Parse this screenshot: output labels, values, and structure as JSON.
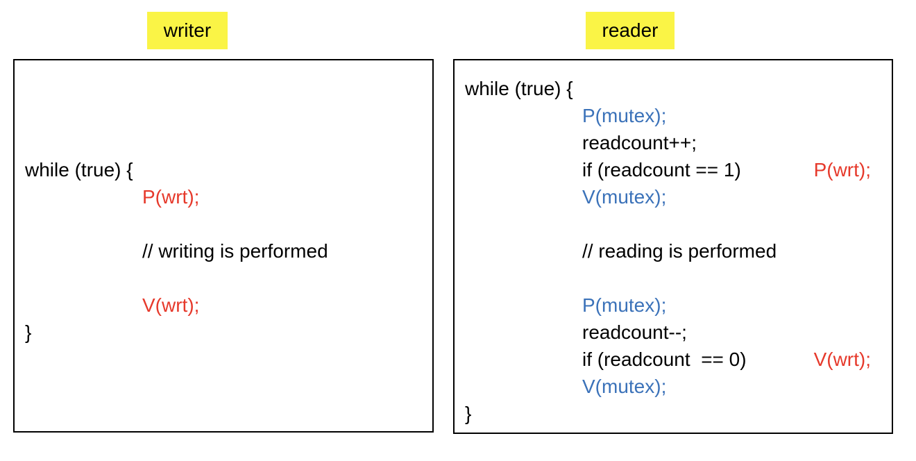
{
  "labels": {
    "writer": "writer",
    "reader": "reader"
  },
  "colors": {
    "highlight_yellow": "#FAF446",
    "semaphore_red": "#E6392B",
    "mutex_blue": "#3B72B9",
    "code_black": "#000000",
    "box_border": "#000000",
    "background": "#FFFFFF"
  },
  "writer_box": {
    "code": {
      "while_open": "while (true) {",
      "p_wrt": "P(wrt);",
      "comment": "// writing is performed",
      "v_wrt": "V(wrt);",
      "close": "}"
    }
  },
  "reader_box": {
    "code": {
      "while_open": "while (true) {",
      "p_mutex_1": "P(mutex);",
      "readcount_inc": "readcount++;",
      "if_first": "if (readcount == 1)",
      "p_wrt": "P(wrt);",
      "v_mutex_1": "V(mutex);",
      "comment": "// reading is performed",
      "p_mutex_2": "P(mutex);",
      "readcount_dec": "readcount--;",
      "if_last": "if (readcount  == 0)",
      "v_wrt": "V(wrt);",
      "v_mutex_2": "V(mutex);",
      "close": "}"
    }
  }
}
